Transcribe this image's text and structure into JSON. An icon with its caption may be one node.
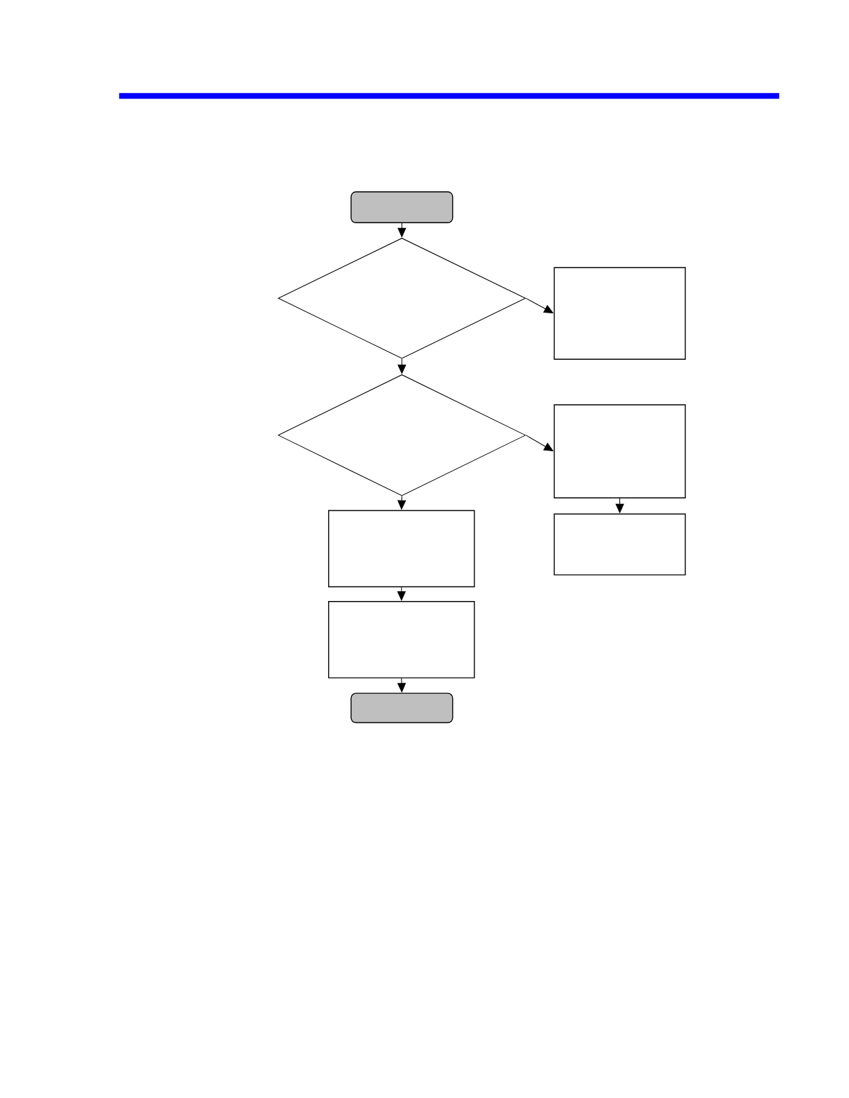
{
  "diagram": {
    "nodes": [
      {
        "text": [],
        "shape": "terminal"
      },
      {
        "text": [],
        "shape": "diamond"
      },
      {
        "text": [],
        "shape": "box"
      },
      {
        "text": [],
        "shape": "diamond"
      },
      {
        "text": [],
        "shape": "box"
      },
      {
        "text": [],
        "shape": "box"
      },
      {
        "text": [],
        "shape": "box"
      },
      {
        "text": [],
        "shape": "box"
      },
      {
        "text": [],
        "shape": "terminal"
      }
    ],
    "edges": [
      {
        "from": 0,
        "to": 1,
        "arrow": "to"
      },
      {
        "from": 1,
        "to": 2,
        "arrow": "to"
      },
      {
        "from": 1,
        "to": 3,
        "arrow": "to"
      },
      {
        "from": 3,
        "to": 4,
        "arrow": "to"
      },
      {
        "from": 3,
        "to": 6,
        "arrow": "to"
      },
      {
        "from": 4,
        "to": 5,
        "arrow": "to"
      },
      {
        "from": 6,
        "to": 7,
        "arrow": "to"
      },
      {
        "from": 7,
        "to": 8,
        "arrow": "to"
      }
    ]
  }
}
